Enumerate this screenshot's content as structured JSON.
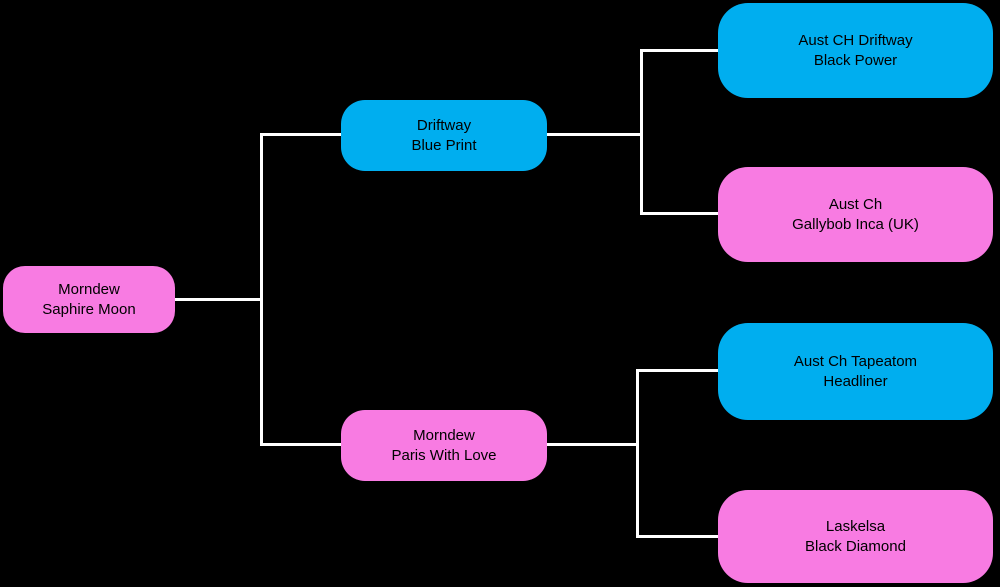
{
  "canvas": {
    "background": "#000000",
    "line_color": "#FFFFFF"
  },
  "palette": {
    "blue": "#00AEEF",
    "pink": "#F87BE2",
    "text": "#000000"
  },
  "nodes": {
    "subject": {
      "line1": "Morndew",
      "line2": "Saphire Moon",
      "color": "pink"
    },
    "sire": {
      "line1": "Driftway",
      "line2": "Blue Print",
      "color": "blue"
    },
    "dam": {
      "line1": "Morndew",
      "line2": "Paris With Love",
      "color": "pink"
    },
    "sire_sire": {
      "line1": "Aust CH Driftway",
      "line2": "Black Power",
      "color": "blue"
    },
    "sire_dam": {
      "line1": "Aust Ch",
      "line2": "Gallybob Inca (UK)",
      "color": "pink"
    },
    "dam_sire": {
      "line1": "Aust Ch Tapeatom",
      "line2": "Headliner",
      "color": "blue"
    },
    "dam_dam": {
      "line1": "Laskelsa",
      "line2": "Black Diamond",
      "color": "pink"
    }
  }
}
